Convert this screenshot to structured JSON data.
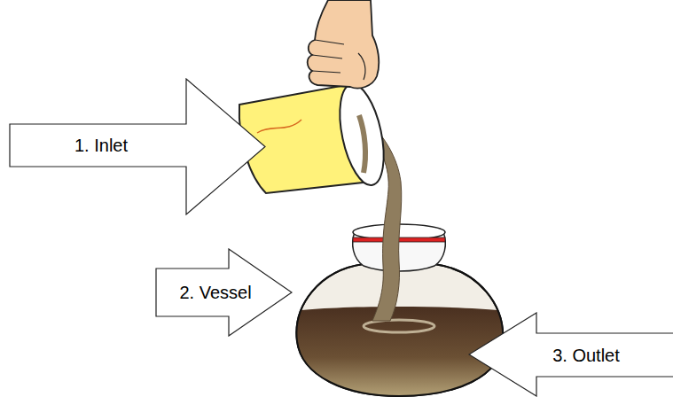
{
  "diagram": {
    "nodes": [
      {
        "text": [
          "1. Inlet"
        ]
      },
      {
        "text": [
          "2. Vessel"
        ]
      },
      {
        "text": [
          "3. Outlet"
        ]
      }
    ]
  }
}
